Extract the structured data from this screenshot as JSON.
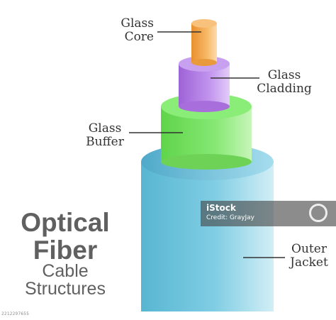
{
  "title": {
    "line1": "Optical",
    "line2": "Fiber",
    "line3": "Cable",
    "line4": "Structures"
  },
  "labels": {
    "core": [
      "Glass",
      "Core"
    ],
    "cladding": [
      "Glass",
      "Cladding"
    ],
    "buffer": [
      "Glass",
      "Buffer"
    ],
    "jacket": [
      "Outer",
      "Jacket"
    ]
  },
  "colors": {
    "core": "#f4a94a",
    "cladding": "#b57fe0",
    "buffer": "#7ee46a",
    "jacket": "#6cc3dc"
  },
  "watermark": {
    "brand": "iStock",
    "credit": "Credit: GrayJay"
  },
  "stock_id": "2212297655"
}
